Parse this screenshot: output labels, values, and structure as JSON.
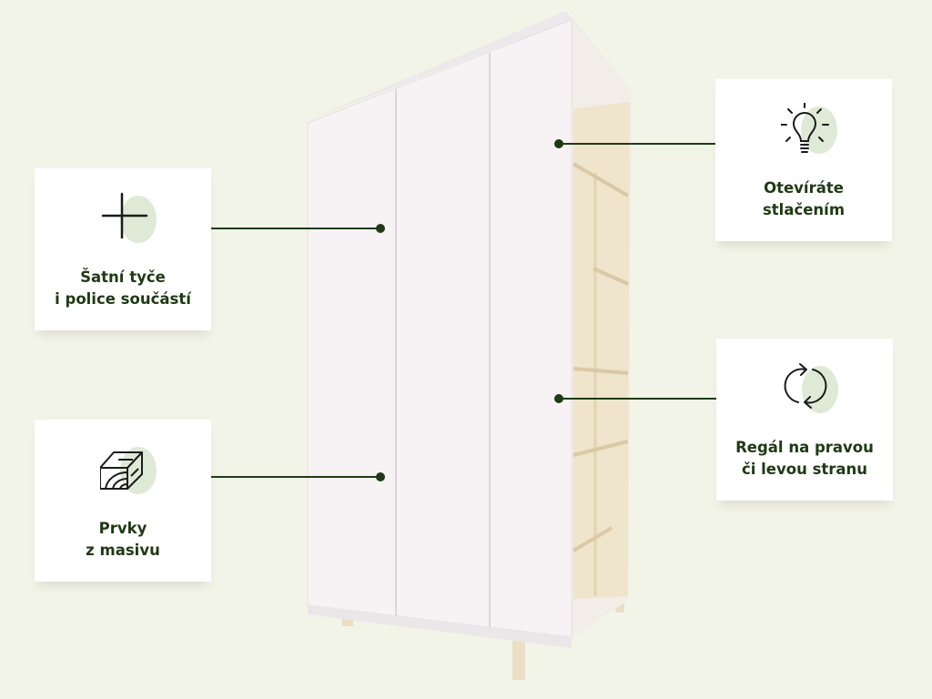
{
  "features": [
    {
      "id": "rails",
      "icon": "plus-icon",
      "line1": "Šatní tyče",
      "line2": "i police součástí"
    },
    {
      "id": "solid-wood",
      "icon": "wood-beam-icon",
      "line1": "Prvky",
      "line2": "z masivu"
    },
    {
      "id": "push-open",
      "icon": "lightbulb-icon",
      "line1": "Otevíráte",
      "line2": "stlačením"
    },
    {
      "id": "reversible-shelf",
      "icon": "rotate-arrows-icon",
      "line1": "Regál na pravou",
      "line2": "či levou stranu"
    }
  ],
  "colors": {
    "background": "#f2f4e8",
    "text": "#1f3a14",
    "accent_blob": "#dfead6",
    "card": "#ffffff"
  }
}
